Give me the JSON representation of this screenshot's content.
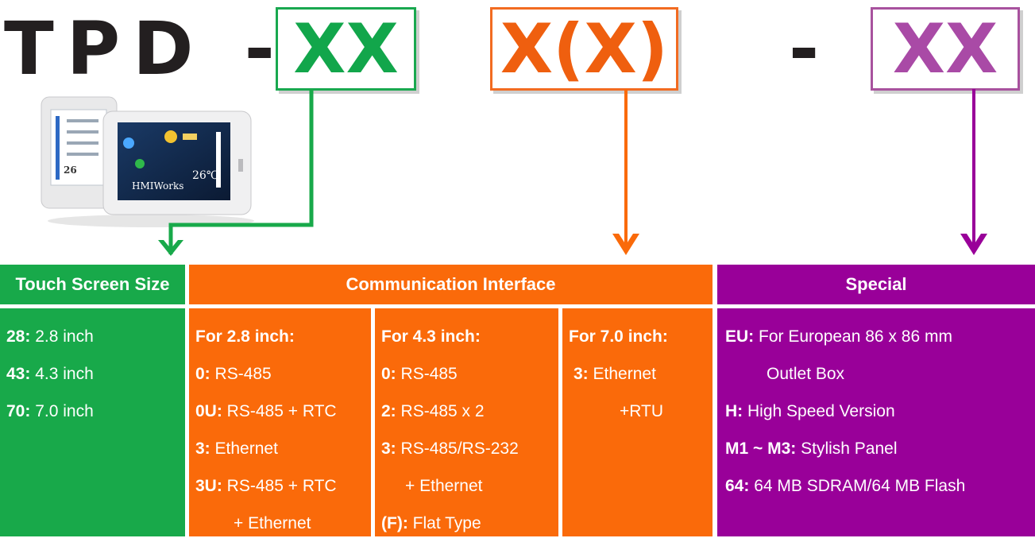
{
  "title": {
    "prefix": "TPD -",
    "seg1": "XX",
    "seg2": "X(X)",
    "dash": "-",
    "seg3": "XX"
  },
  "colors": {
    "green": "#18a94a",
    "orange": "#fa6a0a",
    "purple": "#990099"
  },
  "headers": {
    "size": "Touch Screen Size",
    "comm": "Communication Interface",
    "special": "Special"
  },
  "device_image": {
    "screen_text_1": "26",
    "screen_text_2": "26℃",
    "brand": "HMIWorks"
  },
  "size": [
    {
      "k": "28:",
      "v": " 2.8 inch"
    },
    {
      "k": "43:",
      "v": " 4.3 inch"
    },
    {
      "k": "70:",
      "v": " 7.0 inch"
    }
  ],
  "comm28": {
    "heading": "For 2.8 inch:",
    "lines": [
      {
        "k": "0:",
        "v": " RS-485"
      },
      {
        "k": "0U:",
        "v": " RS-485 + RTC"
      },
      {
        "k": "3:",
        "v": " Ethernet"
      },
      {
        "k": "3U:",
        "v": " RS-485 + RTC"
      },
      {
        "k": "",
        "v": "+ Ethernet"
      }
    ]
  },
  "comm43": {
    "heading": "For 4.3 inch:",
    "lines": [
      {
        "k": "0:",
        "v": " RS-485"
      },
      {
        "k": "2:",
        "v": " RS-485 x 2"
      },
      {
        "k": "3:",
        "v": " RS-485/RS-232"
      },
      {
        "k": "",
        "v": "+ Ethernet"
      },
      {
        "k": "(F):",
        "v": " Flat Type"
      }
    ]
  },
  "comm70": {
    "heading": "For 7.0 inch:",
    "lines": [
      {
        "k": "3:",
        "v": " Ethernet"
      },
      {
        "k": "",
        "v": "+RTU"
      }
    ]
  },
  "special": [
    {
      "k": "EU:",
      "v": " For European 86 x 86 mm"
    },
    {
      "k": "",
      "v": "Outlet Box"
    },
    {
      "k": "H:",
      "v": " High Speed Version"
    },
    {
      "k": "M1 ~ M3:",
      "v": " Stylish Panel"
    },
    {
      "k": "64:",
      "v": " 64 MB SDRAM/64 MB Flash"
    }
  ]
}
